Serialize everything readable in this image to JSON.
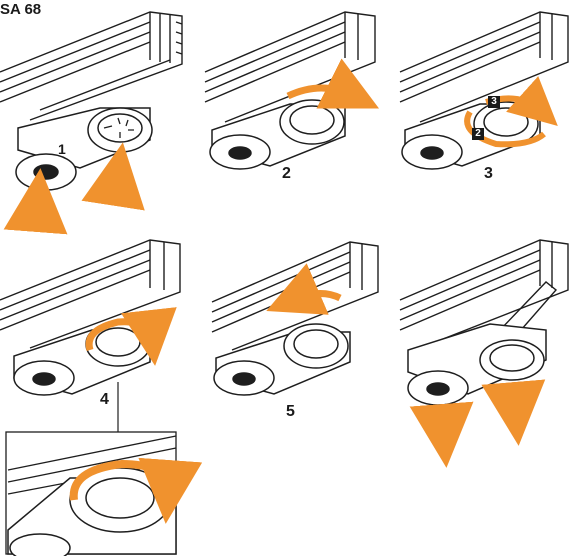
{
  "diagram": {
    "title": "SA 68",
    "steps": [
      {
        "number": "1"
      },
      {
        "number": "2"
      },
      {
        "number": "3"
      },
      {
        "number": "4"
      },
      {
        "number": "5"
      },
      {
        "number": ""
      }
    ],
    "sub_badges": [
      "3",
      "2"
    ]
  },
  "colors": {
    "accent": "#f0922e",
    "line": "#1e1e1e",
    "fill": "#ffffff"
  },
  "icons": [
    "track-rail",
    "adapter-body",
    "rotary-knob",
    "orange-arrow"
  ]
}
